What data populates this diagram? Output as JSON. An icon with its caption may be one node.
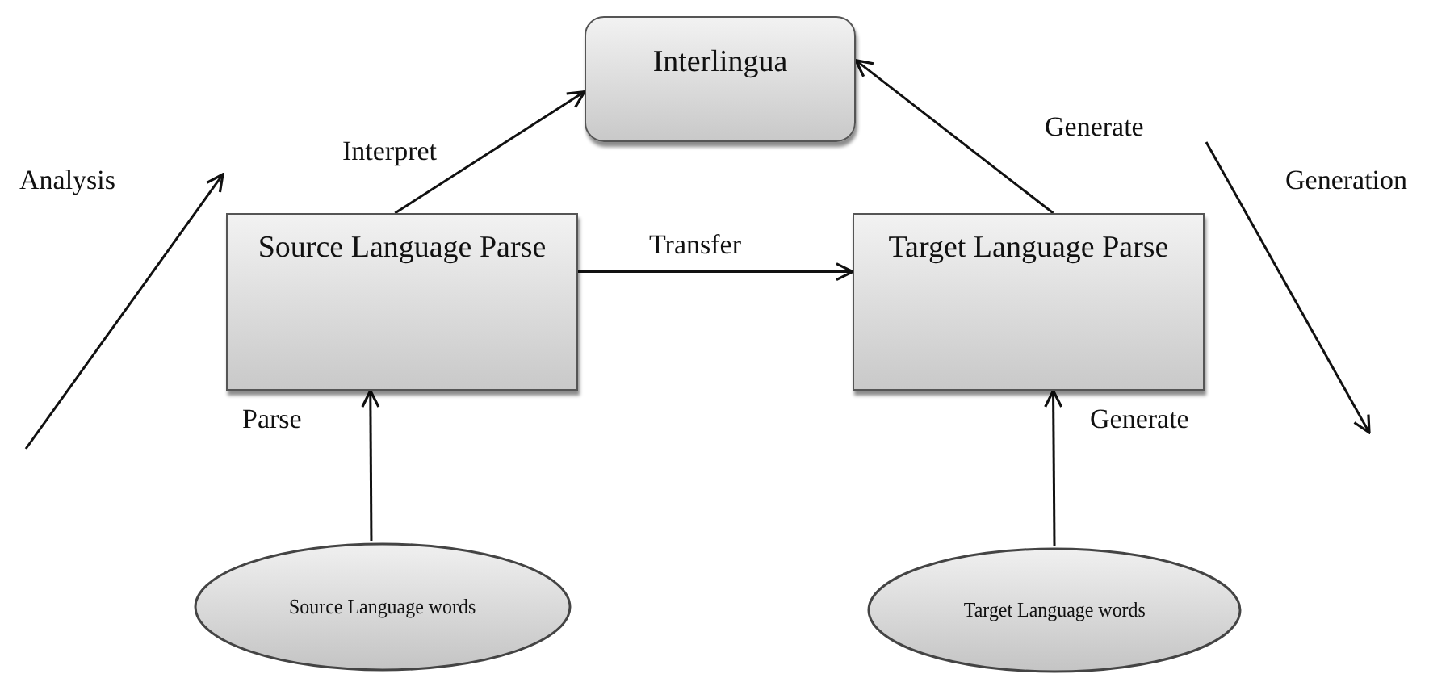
{
  "diagram": {
    "nodes": [
      {
        "text": [
          "Interlingua"
        ]
      },
      {
        "text": [
          "Source Language Parse"
        ]
      },
      {
        "text": [
          "Target Language Parse"
        ]
      },
      {
        "text": [
          "Source Language words"
        ]
      },
      {
        "text": [
          "Target Language words"
        ]
      }
    ],
    "edges": [
      {
        "from": 1,
        "to": 0,
        "arrow": "to",
        "label": "Interpret"
      },
      {
        "from": 1,
        "to": 2,
        "arrow": "to",
        "label": "Transfer"
      },
      {
        "from": 2,
        "to": 0,
        "arrow": "to",
        "label": "Generate"
      },
      {
        "from": 3,
        "to": 1,
        "arrow": "to",
        "label": "Parse"
      },
      {
        "from": 4,
        "to": 2,
        "arrow": "to",
        "label": "Generate"
      }
    ],
    "labels": [
      "Analysis",
      "Generation"
    ]
  }
}
